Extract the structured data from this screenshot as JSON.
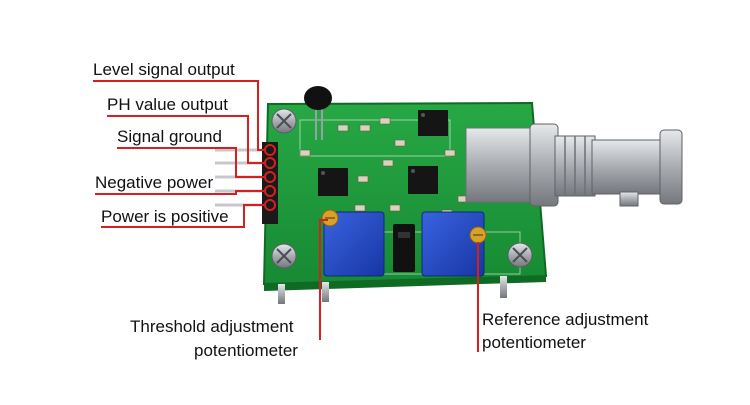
{
  "labels": {
    "level_signal_output": "Level signal output",
    "ph_value_output": "PH value output",
    "signal_ground": "Signal ground",
    "negative_power": "Negative power",
    "power_is_positive": "Power is positive",
    "threshold_line1": "Threshold adjustment",
    "threshold_line2": "potentiometer",
    "reference_line1": "Reference adjustment",
    "reference_line2": "potentiometer"
  },
  "colors": {
    "leader_line": "#d81e1e",
    "pcb_green": "#1f9a3a",
    "pcb_dark": "#137a2b",
    "potentiometer_blue": "#1f48c4",
    "brass_screw": "#d7a12a",
    "metal": "#b9bcc0"
  },
  "icons": {
    "sensor_board": "ph-sensor-module",
    "bnc_connector": "bnc-connector-icon",
    "potentiometer": "trimmer-potentiometer-icon"
  }
}
